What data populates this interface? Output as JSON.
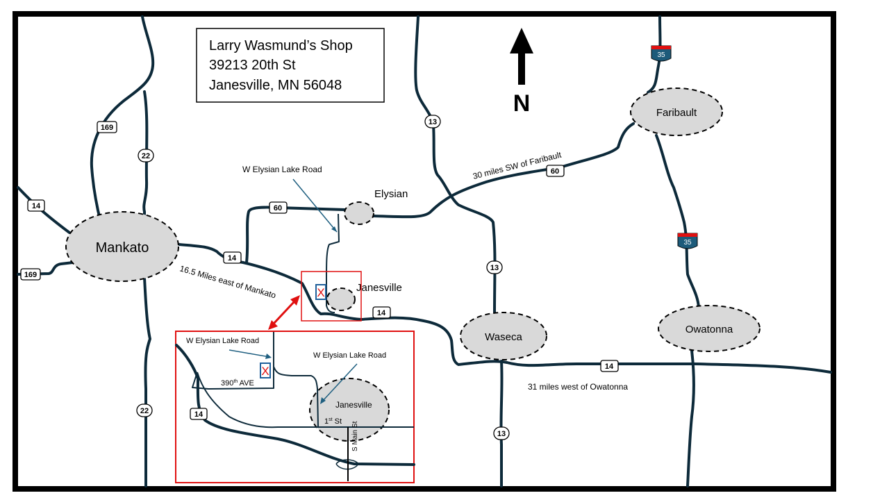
{
  "address": {
    "line1": "Larry Wasmund’s Shop",
    "line2": "39213 20th St",
    "line3": "Janesville, MN  56048"
  },
  "north_label": "N",
  "cities": {
    "mankato": "Mankato",
    "elysian": "Elysian",
    "janesville": "Janesville",
    "waseca": "Waseca",
    "faribault": "Faribault",
    "owatonna": "Owatonna"
  },
  "routes": {
    "r169": "169",
    "r22": "22",
    "r14": "14",
    "r60": "60",
    "r13": "13",
    "r35": "35"
  },
  "annotations": {
    "w_elysian_main": "W Elysian Lake Road",
    "from_mankato": "16.5 Miles east of Mankato",
    "from_faribault": "30 miles SW of Faribault",
    "from_owatonna": "31 miles west of Owatonna"
  },
  "inset": {
    "w_elysian_1": "W Elysian Lake Road",
    "w_elysian_2": "W Elysian Lake Road",
    "ave_390_num": "390",
    "ave_390_sup": "th",
    "ave_390_rest": " AVE",
    "janesville": "Janesville",
    "first_st_num": "1",
    "first_st_sup": "st",
    "first_st_rest": " St",
    "main_st": "S Main St",
    "route14": "14"
  },
  "marker": "X",
  "colors": {
    "road": "#0d2a3a",
    "city_fill": "#d9d9d9",
    "callout_red": "#e01010",
    "arrow_blue": "#1f5f80",
    "interstate_blue": "#1d5b7a"
  }
}
